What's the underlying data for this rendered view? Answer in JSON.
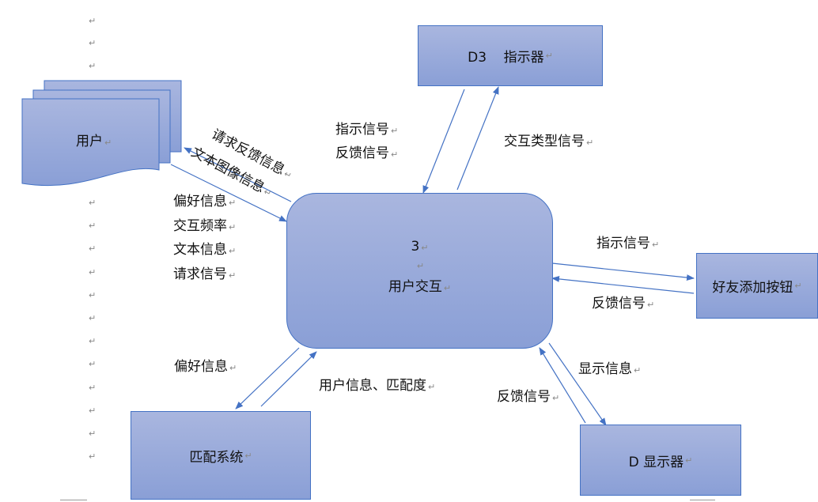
{
  "paragraph_mark": "↵",
  "colors": {
    "line": "#4472c4",
    "fill_top": "#a9b6df",
    "fill_bottom": "#8a9fd6"
  },
  "nodes": {
    "user": {
      "label": "用户"
    },
    "process": {
      "number": "3",
      "label": "用户交互"
    },
    "indicator": {
      "label": "D3    指示器"
    },
    "friend_button": {
      "label": "好友添加按钮"
    },
    "display": {
      "label": "D 显示器"
    },
    "matching": {
      "label": "匹配系统"
    }
  },
  "flows": {
    "process_to_user": [
      "请求反馈信息",
      "文本图像信息"
    ],
    "user_to_process": [
      "偏好信息",
      "交互频率",
      "文本信息",
      "请求信号"
    ],
    "indicator_to_process": [
      "指示信号",
      "反馈信号"
    ],
    "process_to_indicator": "交互类型信号",
    "process_to_friend": "指示信号",
    "friend_to_process": "反馈信号",
    "process_to_display": "显示信息",
    "display_to_process": "反馈信号",
    "process_to_matching": "偏好信息",
    "matching_to_process": "用户信息、匹配度"
  }
}
